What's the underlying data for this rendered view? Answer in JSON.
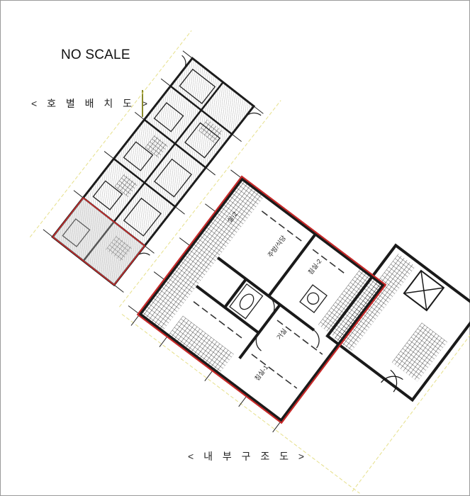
{
  "scale_note": "NO SCALE",
  "labels": {
    "site_layout": "< 호 별 배 치 도 >",
    "interior_structure": "< 내 부 구 조 도 >"
  },
  "room_labels": [
    "침실-2",
    "침실-1",
    "주방/식당",
    "거실",
    "실-2"
  ],
  "colors": {
    "highlight": "#c62828",
    "walls": "#1a1a1a",
    "guide": "#e6e08a",
    "olive": "#8a8a2a"
  }
}
